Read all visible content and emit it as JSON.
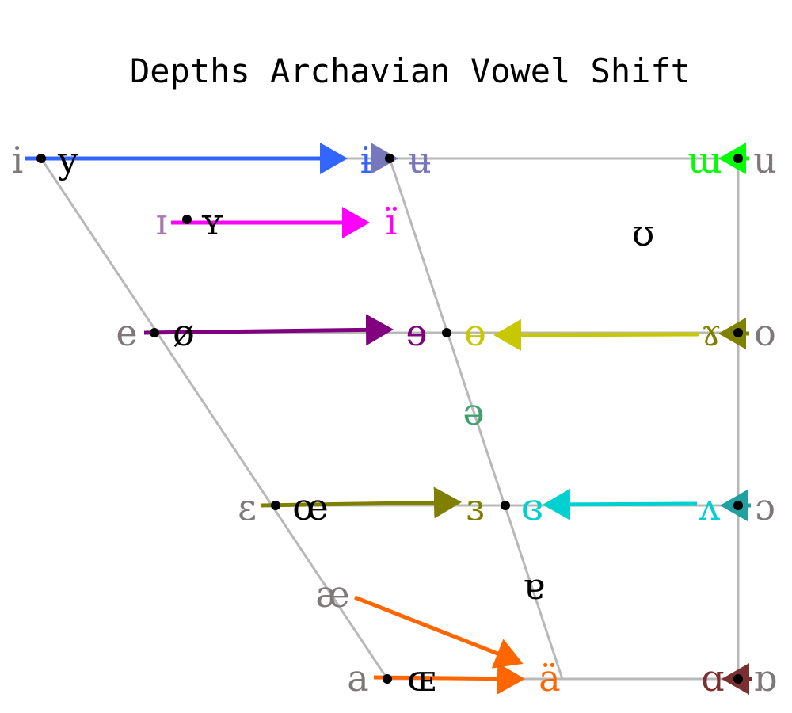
{
  "title": "Depths Archavian Vowel Shift",
  "colors": {
    "frame": "#b8b8b8",
    "grey_symbol": "#7f7878",
    "blue_arrow": "#3366ff",
    "magenta": "#ff00ff",
    "purple": "#800080",
    "yellow_green": "#c8c800",
    "olive": "#808000",
    "cyan": "#00d0d0",
    "teal": "#20a0a0",
    "orange": "#ff6600",
    "green": "#00ff00",
    "maroon": "#7a3030",
    "dark_green": "#40a070",
    "lavender_blue": "#7777bb",
    "mauve": "#aa77aa"
  },
  "symbols": {
    "i": "i",
    "y": "y",
    "i_bar": "ɨ",
    "u_bar": "ʉ",
    "w_unrounded": "ɯ",
    "u": "u",
    "I": "ɪ",
    "Y": "ʏ",
    "I_diaeresis": "ï",
    "upsilon": "ʊ",
    "e": "e",
    "o_slash": "ø",
    "e_rev": "ɘ",
    "o_bar": "ɵ",
    "ram_horns": "ɤ",
    "o": "o",
    "schwa": "ə",
    "epsilon": "ɛ",
    "oe": "œ",
    "rev_epsilon": "ɜ",
    "closed_rev_epsilon": "ɞ",
    "turned_v": "ʌ",
    "open_o": "ɔ",
    "ae": "æ",
    "turned_a": "ɐ",
    "a": "a",
    "OE": "ɶ",
    "a_diaeresis": "ä",
    "script_a": "ɑ",
    "turned_script_a": "ɒ"
  }
}
